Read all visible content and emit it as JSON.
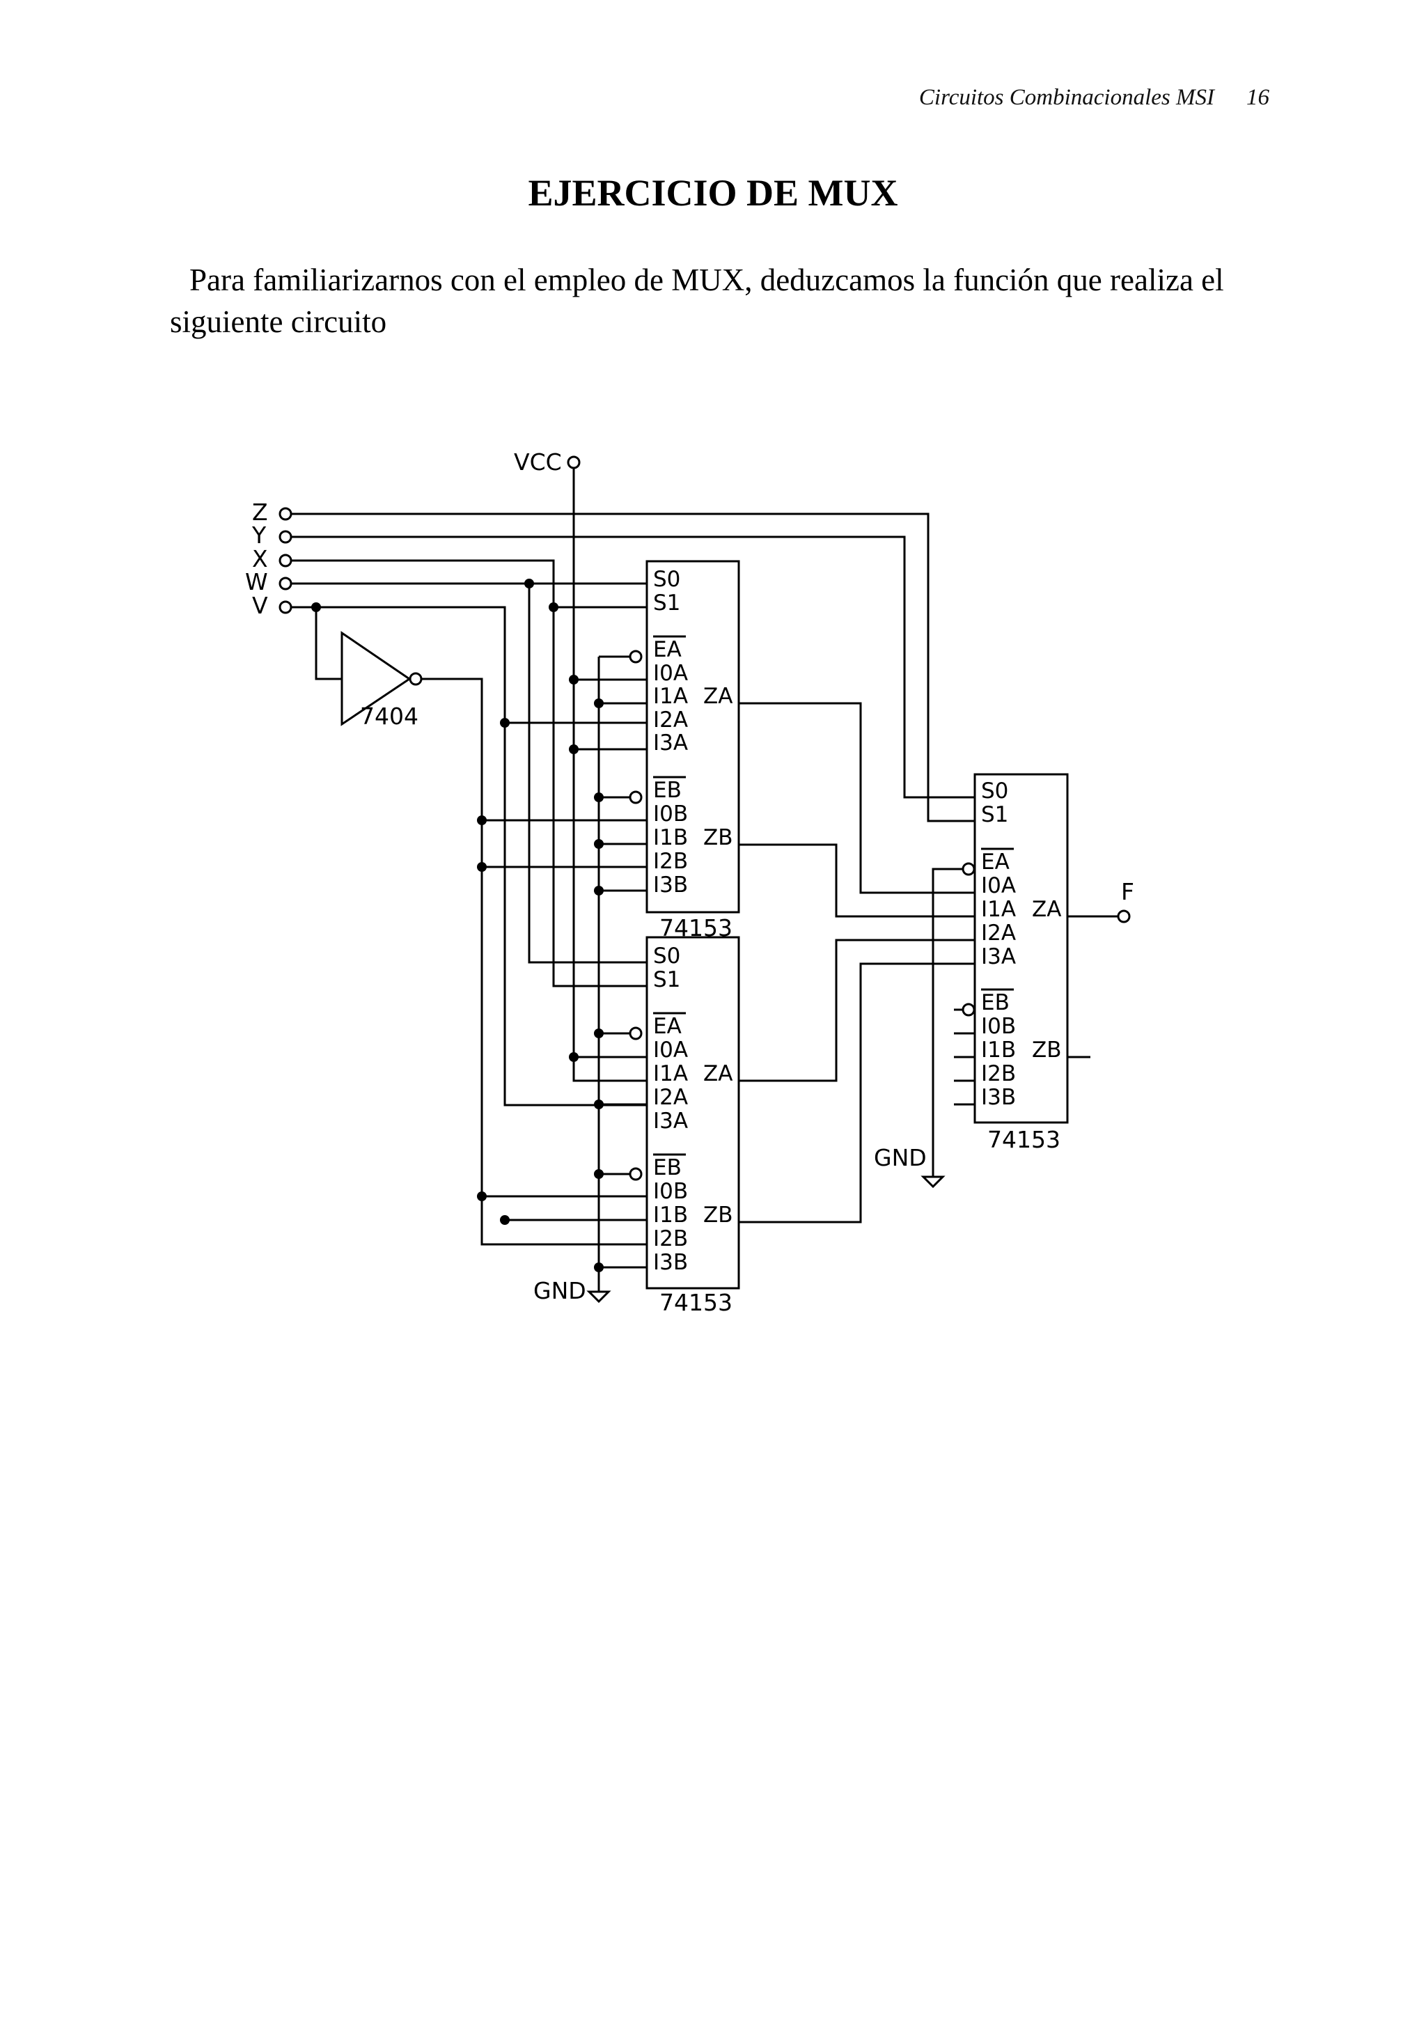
{
  "header": {
    "section": "Circuitos Combinacionales MSI",
    "page_number": "16"
  },
  "title": "EJERCICIO DE MUX",
  "intro": "Para familiarizarnos con el empleo de MUX, deduzcamos la función que realiza el siguiente circuito",
  "diagram": {
    "inputs": [
      "Z",
      "Y",
      "X",
      "W",
      "V"
    ],
    "vcc": "VCC",
    "gnd": "GND",
    "inverter_part": "7404",
    "output": "F",
    "chips": [
      {
        "part": "74153"
      },
      {
        "part": "74153"
      },
      {
        "part": "74153"
      }
    ],
    "pins_left": [
      "S0",
      "S1",
      "EA",
      "I0A",
      "I1A",
      "I2A",
      "I3A",
      "EB",
      "I0B",
      "I1B",
      "I2B",
      "I3B"
    ],
    "pins_right": [
      "ZA",
      "ZB"
    ]
  }
}
